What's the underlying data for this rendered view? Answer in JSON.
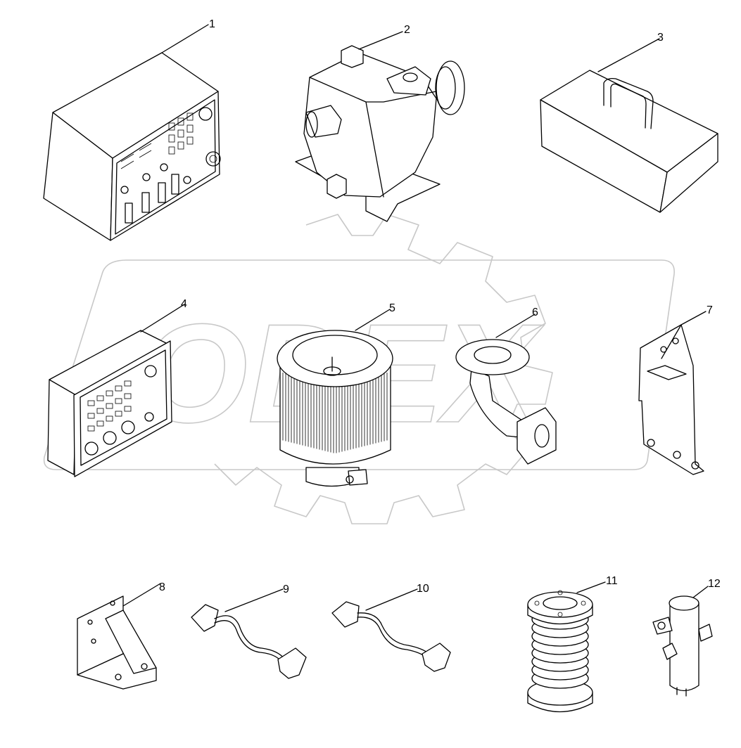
{
  "diagram": {
    "parts": [
      {
        "id": "control-panel-box",
        "number": "1"
      },
      {
        "id": "pump",
        "number": "2"
      },
      {
        "id": "toolbox",
        "number": "3"
      },
      {
        "id": "instrument-panel",
        "number": "4"
      },
      {
        "id": "air-filter",
        "number": "5"
      },
      {
        "id": "elbow-pipe",
        "number": "6"
      },
      {
        "id": "mounting-bracket",
        "number": "7"
      },
      {
        "id": "angle-bracket",
        "number": "8"
      },
      {
        "id": "wire-harness-a",
        "number": "9"
      },
      {
        "id": "wire-harness-b",
        "number": "10"
      },
      {
        "id": "bellows-compensator",
        "number": "11"
      },
      {
        "id": "cylinder-valve",
        "number": "12"
      }
    ],
    "watermark": "ODEX"
  }
}
